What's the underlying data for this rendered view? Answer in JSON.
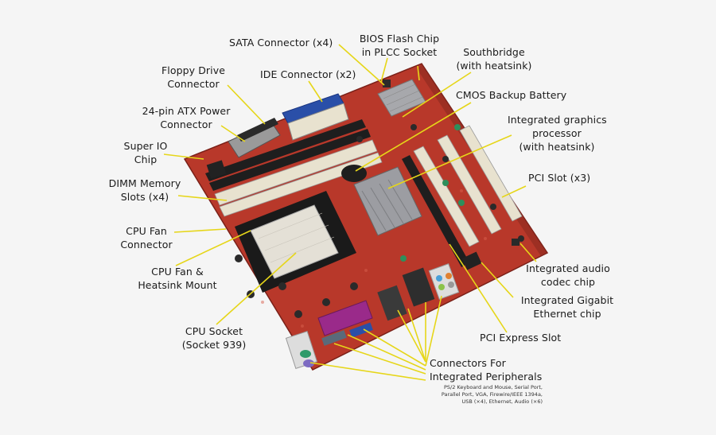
{
  "diagram": {
    "subject": "Motherboard",
    "leader_color": "#e6d619",
    "board_color": "#b8382a",
    "labels": {
      "sata": "SATA Connector (x4)",
      "bios_1": "BIOS Flash Chip",
      "bios_2": "in PLCC Socket",
      "southbridge_1": "Southbridge",
      "southbridge_2": "(with heatsink)",
      "floppy_1": "Floppy Drive",
      "floppy_2": "Connector",
      "ide": "IDE Connector (x2)",
      "cmos": "CMOS Backup Battery",
      "atx_1": "24-pin ATX Power",
      "atx_2": "Connector",
      "igp_1": "Integrated graphics",
      "igp_2": "processor",
      "igp_3": "(with heatsink)",
      "superio_1": "Super IO",
      "superio_2": "Chip",
      "dimm_1": "DIMM Memory",
      "dimm_2": "Slots (x4)",
      "pci": "PCI Slot (x3)",
      "cpufan_1": "CPU Fan",
      "cpufan_2": "Connector",
      "mount_1": "CPU Fan &",
      "mount_2": "Heatsink Mount",
      "audio_1": "Integrated audio",
      "audio_2": "codec chip",
      "gbe_1": "Integrated Gigabit",
      "gbe_2": "Ethernet chip",
      "socket_1": "CPU Socket",
      "socket_2": "(Socket 939)",
      "pcie": "PCI Express Slot",
      "periph_1": "Connectors For",
      "periph_2": "Integrated Peripherals",
      "periph_detail_1": "PS/2 Keyboard and Mouse, Serial Port,",
      "periph_detail_2": "Parallel Port, VGA, Firewire/IEEE 1394a,",
      "periph_detail_3": "USB (×4), Ethernet, Audio (×6)"
    }
  }
}
